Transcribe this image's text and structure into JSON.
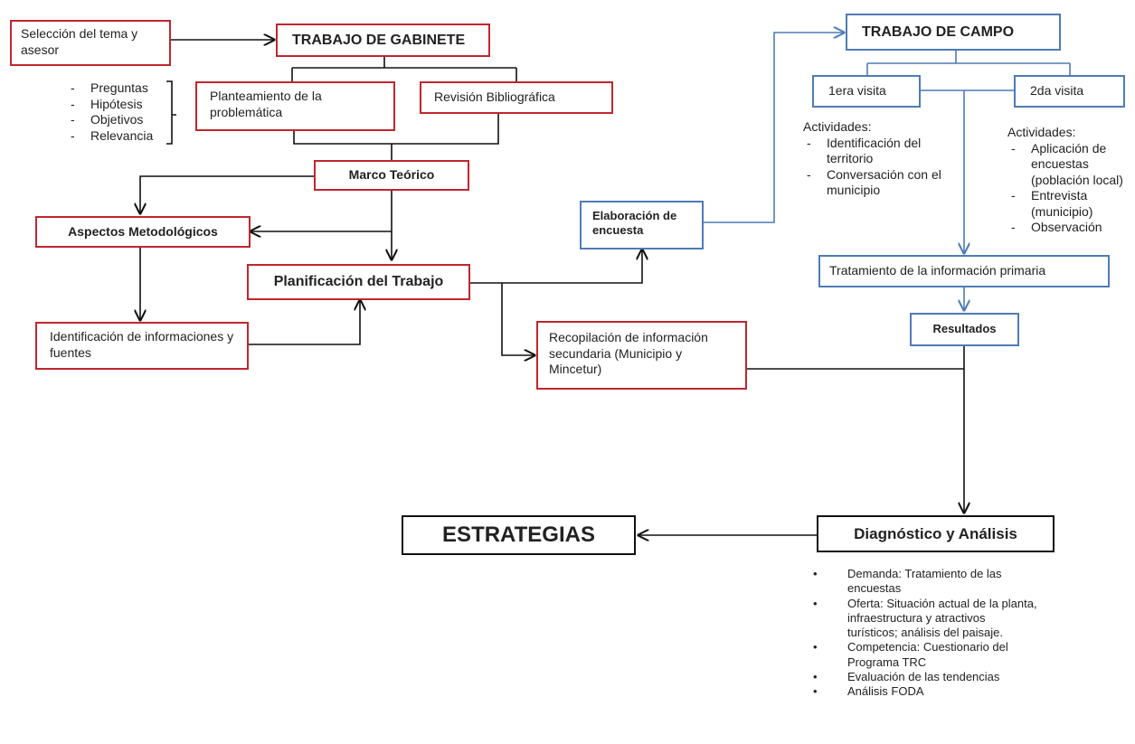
{
  "gabinete": {
    "seleccion": "Selección del tema y asesor",
    "title": "TRABAJO DE GABINETE",
    "planteamiento": "Planteamiento de la problemática",
    "revision": "Revisión Bibliográfica",
    "items": [
      "Preguntas",
      "Hipótesis",
      "Objetivos",
      "Relevancia"
    ],
    "marco": "Marco Teórico",
    "aspectos": "Aspectos Metodológicos",
    "planificacion": "Planificación del Trabajo",
    "identificacion": "Identificación de informaciones y fuentes"
  },
  "encuesta": "Elaboración de encuesta",
  "recopilacion": "Recopilación  de información secundaria (Municipio y Mincetur)",
  "campo": {
    "title": "TRABAJO DE CAMPO",
    "visita1": "1era visita",
    "visita2": "2da  visita",
    "act1_title": "Actividades:",
    "act1_items": [
      "Identificación del territorio",
      "Conversación con el municipio"
    ],
    "act2_title": "Actividades:",
    "act2_items": [
      "Aplicación de encuestas (población local)",
      "Entrevista (municipio)",
      "Observación"
    ],
    "tratamiento": "Tratamiento de la información primaria",
    "resultados": "Resultados"
  },
  "diagnostico": {
    "title": "Diagnóstico y Análisis",
    "bullets": [
      "Demanda: Tratamiento de las encuestas",
      "Oferta: Situación actual de la planta, infraestructura y atractivos turísticos; análisis del paisaje.",
      "Competencia: Cuestionario del Programa TRC",
      "Evaluación de las tendencias",
      "Análisis FODA"
    ]
  },
  "estrategias": "ESTRATEGIAS",
  "colors": {
    "red": "#c0262d",
    "blue": "#4f7bb5",
    "line": "#111111"
  }
}
